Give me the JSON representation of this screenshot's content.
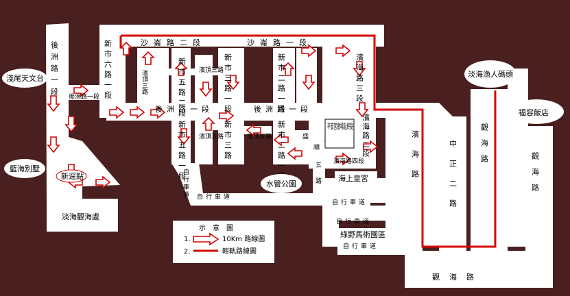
{
  "roads": {
    "shaqi_2": "沙崙路二段",
    "shaqi_1": "沙崙路一段",
    "binhai_3": "濱海路三段",
    "binhai_2": "濱海路二段",
    "binhai_4": "濱海路四段",
    "binhai": "濱海路",
    "xinshi_6": "新市六路一段",
    "xinshi_5a": "新市五路二段",
    "xinshi_5b": "新市五路一段",
    "xinshi_3a": "新市三路一段",
    "xinshi_3b": "新市三路",
    "xinshi_2a": "新市二路一段",
    "xinshi_2b": "新市二路一段",
    "houzhou_1": "後洲路一段",
    "houzhou_2": "後洲路一段",
    "houzhou_1b": "後洲路一段",
    "houzhou_v": "後洲路一段",
    "zhongzheng_2": "中正二路",
    "guanhai_1": "觀海路",
    "guanhai_2": "觀海路",
    "guanhai_3": "觀海路",
    "zitxingche_1": "自行車道",
    "zitxingche_2": "自行車道",
    "zitxingche_3": "自行車道",
    "zitxingche_4": "自行車道",
    "zitxingche_5": "自行車道",
    "zitxingche_6": "自行車道",
    "wu_road": "五路",
    "shengcheng": "盛",
    "shuisheng": "順",
    "xinshi_3_small": "新市三路",
    "zhengding_3": "濱頂三路",
    "zhengding_5": "濱頂五路",
    "zhengding_3b": "濱頂三路",
    "houzhou_small": "後洲路一段"
  },
  "places": {
    "tianwen": "淺尾天文台",
    "lanhai": "藍海別墅",
    "danshui_view": "淡海觀海處",
    "fisher_wharf": "淡海漁人碼頭",
    "fuyong": "福容飯店",
    "shuiguan_park": "水管公園",
    "haishang_huang": "海上皇宮",
    "luye": "綠野馬術園區",
    "pingan": "平安宮會場起終點",
    "xinshi_start": "新逕點"
  },
  "legend": {
    "title": "示意圖",
    "item1": "1.",
    "item1_label": "10Km 路線圖",
    "item2": "2.",
    "item2_label": "輕軌路線圖"
  },
  "colors": {
    "background": "#4a1f1f",
    "road": "#ffffff",
    "route": "#d40000"
  }
}
